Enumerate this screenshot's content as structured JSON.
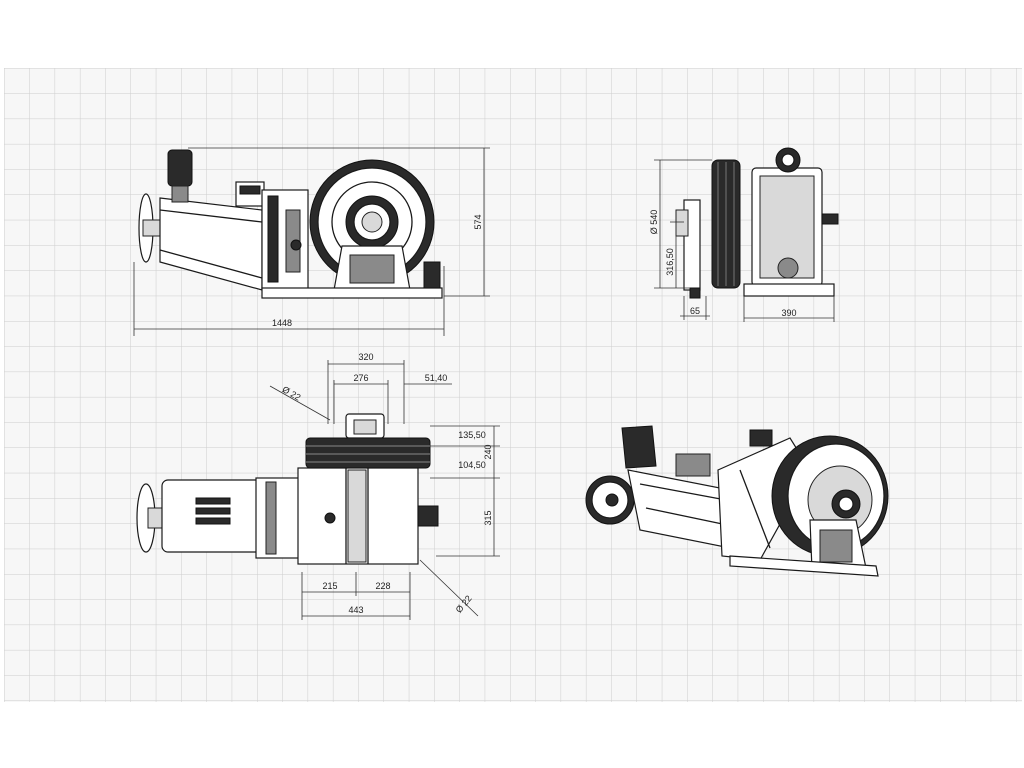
{
  "side_view": {
    "width_dim": "1448",
    "height_dim": "574"
  },
  "end_view": {
    "diameter_dim": "Ø 540",
    "shaft_height_dim": "316,50",
    "flange_dim": "65",
    "base_dim": "390"
  },
  "top_view": {
    "dim_320": "320",
    "dim_276": "276",
    "dim_51_40": "51,40",
    "dim_135_50": "135,50",
    "dim_240": "240",
    "dim_104_50": "104,50",
    "dim_315": "315",
    "dim_215": "215",
    "dim_228": "228",
    "dim_443": "443",
    "hole_top": "Ø 22",
    "hole_bottom": "Ø 22"
  },
  "colors": {
    "grid": "#cfcfcf",
    "grid_bg": "#f6f6f6",
    "ink": "#1a1a1a"
  }
}
